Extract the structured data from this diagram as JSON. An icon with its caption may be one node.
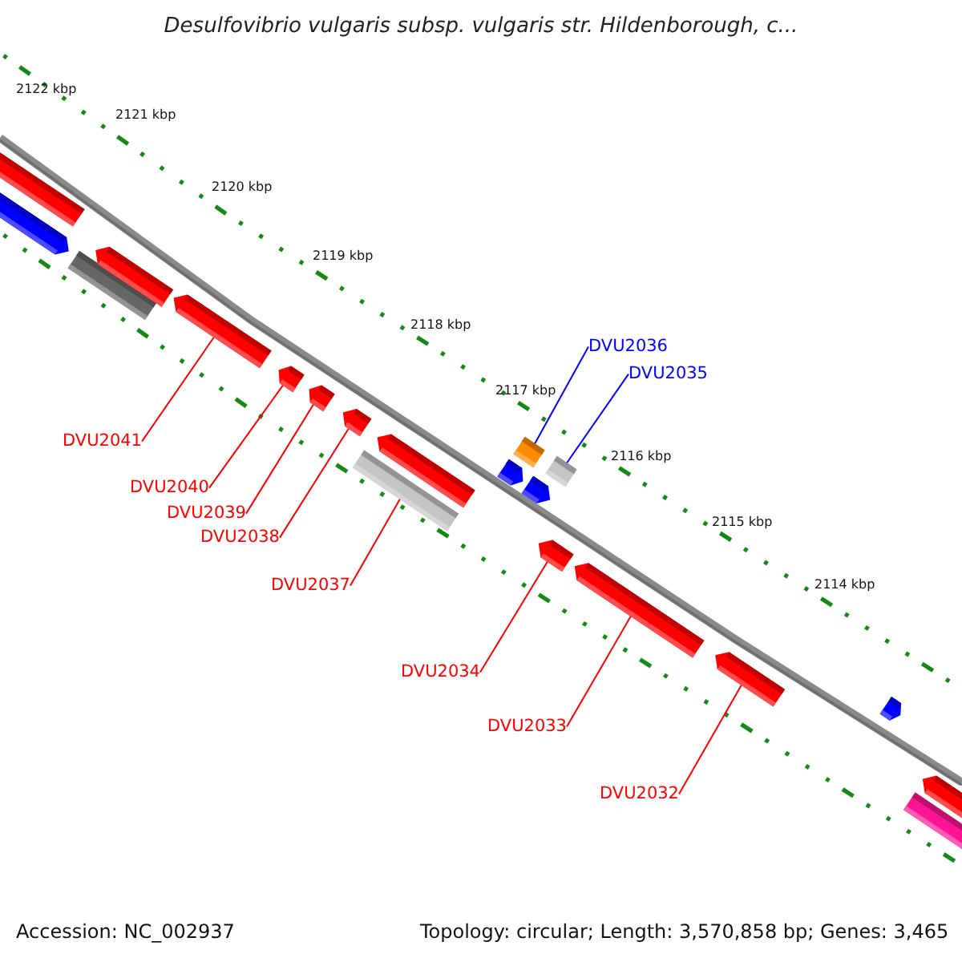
{
  "diagram": {
    "title": "Desulfovibrio vulgaris subsp. vulgaris str. Hildenborough, c...",
    "nodes": [
      {
        "text": [],
        "shape": "bar"
      },
      {
        "text": [],
        "shape": "bar"
      },
      {
        "text": [],
        "shape": "bar"
      },
      {
        "text": [],
        "shape": "bar"
      },
      {
        "text": [],
        "shape": "bar"
      },
      {
        "text": [],
        "shape": "bar"
      },
      {
        "text": [],
        "shape": "bar"
      },
      {
        "text": [],
        "shape": "bar"
      },
      {
        "text": [],
        "shape": "bar"
      },
      {
        "text": [],
        "shape": "bar"
      },
      {
        "text": [],
        "shape": "bar"
      },
      {
        "text": [],
        "shape": "bar"
      },
      {
        "text": [],
        "shape": "bar"
      },
      {
        "text": [],
        "shape": "bar"
      },
      {
        "text": [],
        "shape": "bar"
      },
      {
        "text": [],
        "shape": "bar"
      },
      {
        "text": [],
        "shape": "bar"
      },
      {
        "text": [],
        "shape": "bar"
      },
      {
        "text": [],
        "shape": "bar"
      },
      {
        "text": [],
        "shape": "bar"
      },
      {
        "text": [
          "DVU2041"
        ]
      },
      {
        "text": [
          "DVU2040"
        ]
      },
      {
        "text": [
          "DVU2039"
        ]
      },
      {
        "text": [
          "DVU2038"
        ]
      },
      {
        "text": [
          "DVU2037"
        ]
      },
      {
        "text": [
          "DVU2036"
        ]
      },
      {
        "text": [
          "DVU2035"
        ]
      },
      {
        "text": [
          "DVU2034"
        ]
      },
      {
        "text": [
          "DVU2033"
        ]
      },
      {
        "text": [
          "DVU2032"
        ]
      }
    ],
    "edges": [
      {
        "from": 20,
        "to": 4,
        "arrow": "none"
      },
      {
        "from": 21,
        "to": 5,
        "arrow": "none"
      },
      {
        "from": 22,
        "to": 6,
        "arrow": "none"
      },
      {
        "from": 23,
        "to": 7,
        "arrow": "none"
      },
      {
        "from": 24,
        "to": 8,
        "arrow": "none"
      },
      {
        "from": 25,
        "to": 11,
        "arrow": "none",
        "color": "#0000ff"
      },
      {
        "from": 26,
        "to": 14,
        "arrow": "none",
        "color": "#0000ff"
      },
      {
        "from": 27,
        "to": 13,
        "arrow": "none"
      },
      {
        "from": 28,
        "to": 15,
        "arrow": "none"
      },
      {
        "from": 29,
        "to": 16,
        "arrow": "none"
      }
    ],
    "labels": [
      "2122 kbp",
      "2121 kbp",
      "2120 kbp",
      "2119 kbp",
      "2118 kbp",
      "2117 kbp",
      "2116 kbp",
      "2115 kbp",
      "2114 kbp",
      "Accession: NC_002937",
      "Topology: circular; Length: 3,570,858 bp; Genes: 3,465"
    ]
  }
}
